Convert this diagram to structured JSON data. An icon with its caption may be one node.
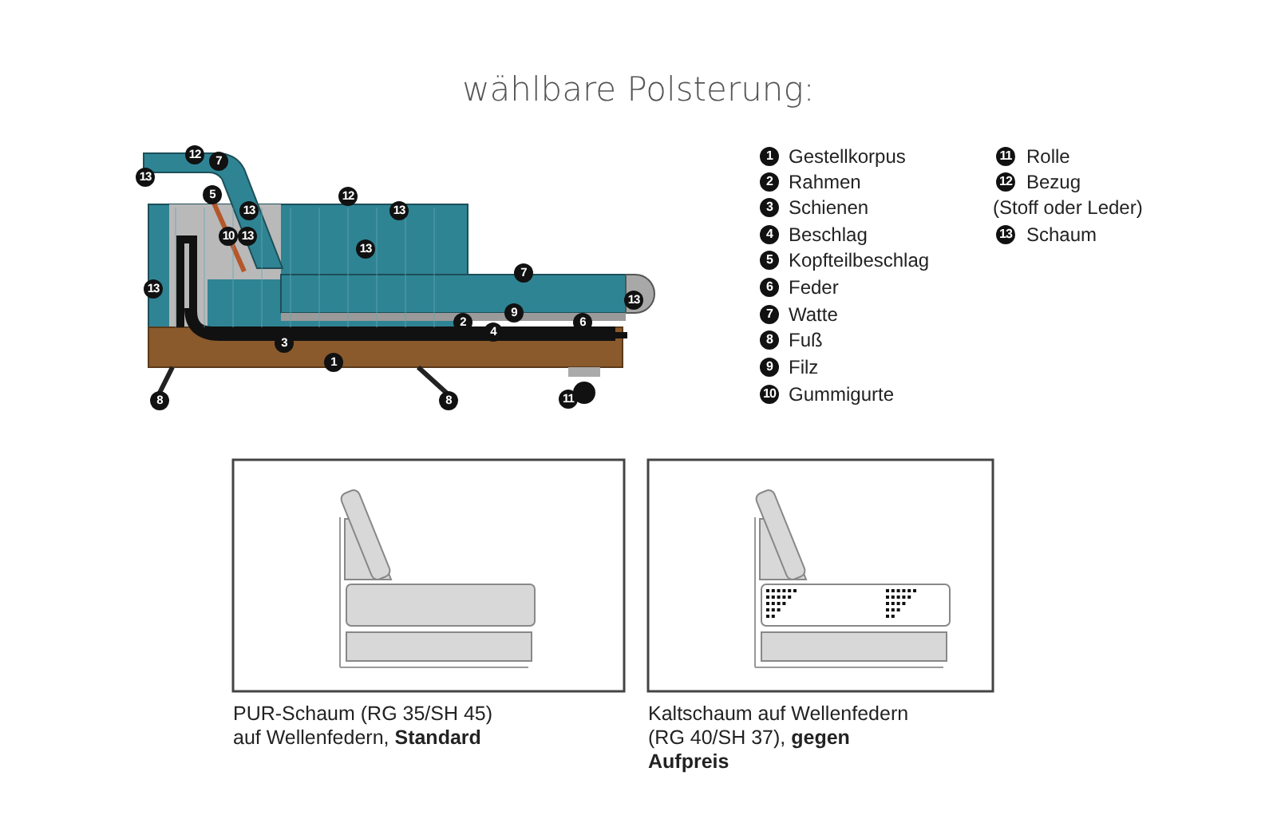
{
  "diagram": {
    "title": "wählbare Polsterung:",
    "labels": [
      "12",
      "7",
      "13",
      "5",
      "12",
      "13",
      "13",
      "10",
      "13",
      "13",
      "7",
      "13",
      "13",
      "9",
      "2",
      "6",
      "4",
      "3",
      "1",
      "8",
      "8",
      "11",
      "1",
      "Gestellkorpus",
      "11",
      "Rolle",
      "2",
      "Rahmen",
      "12",
      "Bezug",
      "3",
      "Schienen",
      "(Stoff oder Leder)",
      "4",
      "Beschlag",
      "13",
      "Schaum",
      "5",
      "Kopfteilbeschlag",
      "6",
      "Feder",
      "7",
      "Watte",
      "8",
      "Fuß",
      "9",
      "Filz",
      "10",
      "Gummigurte",
      "PUR-Schaum (RG 35/SH 45) auf Wellenfedern, **Standard**",
      "Kaltschaum auf Wellenfedern (RG 40/SH 37), **gegen Aufpreis**"
    ]
  }
}
